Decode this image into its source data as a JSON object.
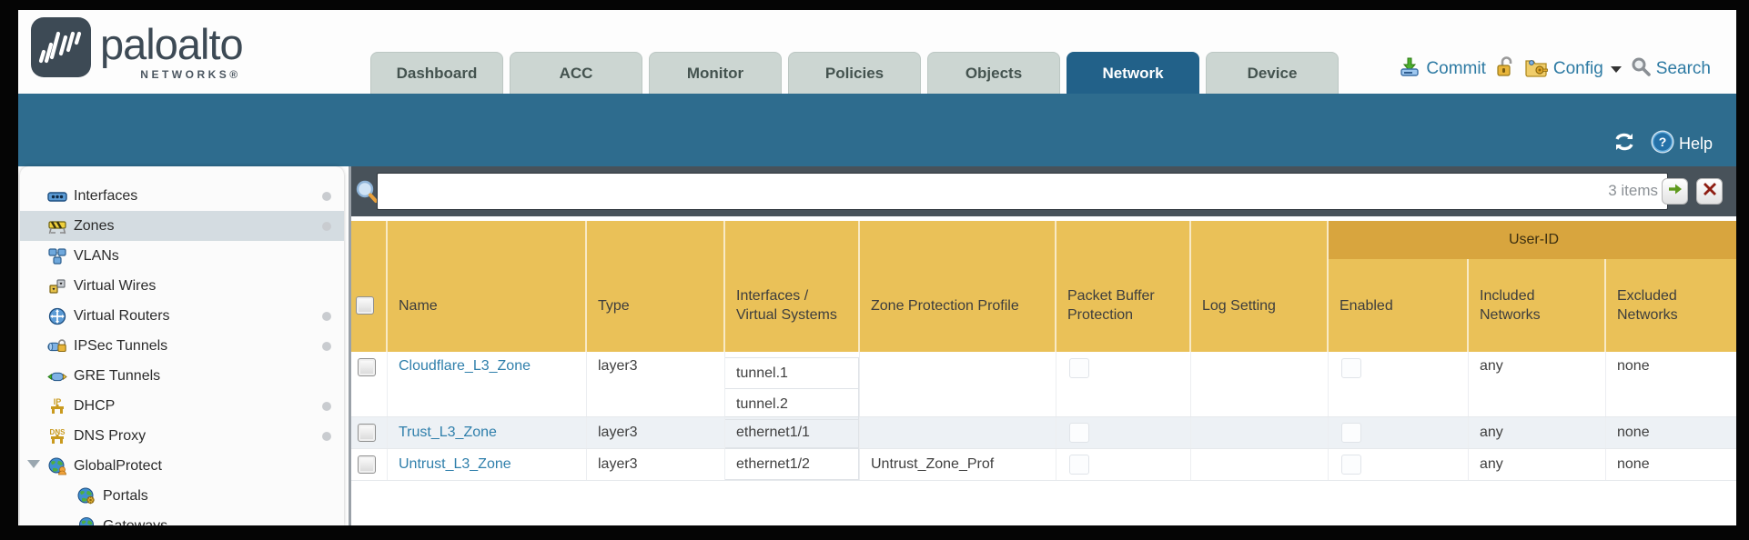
{
  "brand": {
    "wordmark": "paloalto",
    "sub": "NETWORKS®",
    "logo_icon": "paloalto-waves-icon"
  },
  "nav": {
    "tabs": [
      {
        "id": "dashboard",
        "label": "Dashboard",
        "active": false
      },
      {
        "id": "acc",
        "label": "ACC",
        "active": false
      },
      {
        "id": "monitor",
        "label": "Monitor",
        "active": false
      },
      {
        "id": "policies",
        "label": "Policies",
        "active": false
      },
      {
        "id": "objects",
        "label": "Objects",
        "active": false
      },
      {
        "id": "network",
        "label": "Network",
        "active": true
      },
      {
        "id": "device",
        "label": "Device",
        "active": false
      }
    ]
  },
  "utility": {
    "commit_label": "Commit",
    "config_label": "Config",
    "search_label": "Search",
    "icons": [
      "commit-icon",
      "lock-icon",
      "config-icon",
      "caret-down-icon",
      "search-icon"
    ]
  },
  "band": {
    "help_label": "Help",
    "icons": [
      "refresh-icon",
      "help-icon"
    ]
  },
  "sidebar": {
    "items": [
      {
        "id": "interfaces",
        "label": "Interfaces",
        "icon": "interfaces-icon",
        "selected": false,
        "dot": true,
        "child": false,
        "expander": false
      },
      {
        "id": "zones",
        "label": "Zones",
        "icon": "zones-icon",
        "selected": true,
        "dot": true,
        "child": false,
        "expander": false
      },
      {
        "id": "vlans",
        "label": "VLANs",
        "icon": "vlans-icon",
        "selected": false,
        "dot": false,
        "child": false,
        "expander": false
      },
      {
        "id": "virtual-wires",
        "label": "Virtual Wires",
        "icon": "virtual-wires-icon",
        "selected": false,
        "dot": false,
        "child": false,
        "expander": false
      },
      {
        "id": "virtual-routers",
        "label": "Virtual Routers",
        "icon": "virtual-routers-icon",
        "selected": false,
        "dot": true,
        "child": false,
        "expander": false
      },
      {
        "id": "ipsec-tunnels",
        "label": "IPSec Tunnels",
        "icon": "ipsec-tunnels-icon",
        "selected": false,
        "dot": true,
        "child": false,
        "expander": false
      },
      {
        "id": "gre-tunnels",
        "label": "GRE Tunnels",
        "icon": "gre-tunnels-icon",
        "selected": false,
        "dot": false,
        "child": false,
        "expander": false
      },
      {
        "id": "dhcp",
        "label": "DHCP",
        "icon": "dhcp-icon",
        "selected": false,
        "dot": true,
        "child": false,
        "expander": false
      },
      {
        "id": "dns-proxy",
        "label": "DNS Proxy",
        "icon": "dns-proxy-icon",
        "selected": false,
        "dot": true,
        "child": false,
        "expander": false
      },
      {
        "id": "globalprotect",
        "label": "GlobalProtect",
        "icon": "globalprotect-icon",
        "selected": false,
        "dot": false,
        "child": false,
        "expander": true
      },
      {
        "id": "portals",
        "label": "Portals",
        "icon": "portals-icon",
        "selected": false,
        "dot": false,
        "child": true,
        "expander": false
      },
      {
        "id": "gateways",
        "label": "Gateways",
        "icon": "gateways-icon",
        "selected": false,
        "dot": false,
        "child": true,
        "expander": false
      }
    ]
  },
  "filter": {
    "value": "",
    "count_label": "3 items",
    "icons": [
      "search-icon",
      "apply-filter-arrow-icon",
      "clear-filter-x-icon"
    ]
  },
  "table": {
    "group_header": "User-ID",
    "columns": [
      {
        "id": "select",
        "label": ""
      },
      {
        "id": "name",
        "label": "Name"
      },
      {
        "id": "type",
        "label": "Type"
      },
      {
        "id": "interfaces",
        "label": "Interfaces / Virtual Systems"
      },
      {
        "id": "zone-protection-profile",
        "label": "Zone Protection Profile"
      },
      {
        "id": "packet-buffer-protection",
        "label": "Packet Buffer Protection"
      },
      {
        "id": "log-setting",
        "label": "Log Setting"
      },
      {
        "id": "enabled",
        "label": "Enabled"
      },
      {
        "id": "included-networks",
        "label": "Included Networks"
      },
      {
        "id": "excluded-networks",
        "label": "Excluded Networks"
      }
    ],
    "rows": [
      {
        "name": "Cloudflare_L3_Zone",
        "type": "layer3",
        "interfaces": [
          "tunnel.1",
          "tunnel.2"
        ],
        "zone_protection_profile": "",
        "packet_buffer_protection_checked": false,
        "log_setting": "",
        "enabled_checked": false,
        "included_networks": "any",
        "excluded_networks": "none"
      },
      {
        "name": "Trust_L3_Zone",
        "type": "layer3",
        "interfaces": [
          "ethernet1/1"
        ],
        "zone_protection_profile": "",
        "packet_buffer_protection_checked": false,
        "log_setting": "",
        "enabled_checked": false,
        "included_networks": "any",
        "excluded_networks": "none"
      },
      {
        "name": "Untrust_L3_Zone",
        "type": "layer3",
        "interfaces": [
          "ethernet1/2"
        ],
        "zone_protection_profile": "Untrust_Zone_Prof",
        "packet_buffer_protection_checked": false,
        "log_setting": "",
        "enabled_checked": false,
        "included_networks": "any",
        "excluded_networks": "none"
      }
    ]
  },
  "colors": {
    "teal_band": "#2e6c8e",
    "active_tab": "#226189",
    "inactive_tab": "#ccd6d2",
    "gold_header": "#eac158",
    "user_id_band": "#d8a53e",
    "filter_bar_slate": "#48525a",
    "link_blue": "#2f7fab",
    "utility_blue": "#2d7aa3",
    "selected_sidebar": "#d4dce1",
    "alt_row": "#edf1f5"
  }
}
